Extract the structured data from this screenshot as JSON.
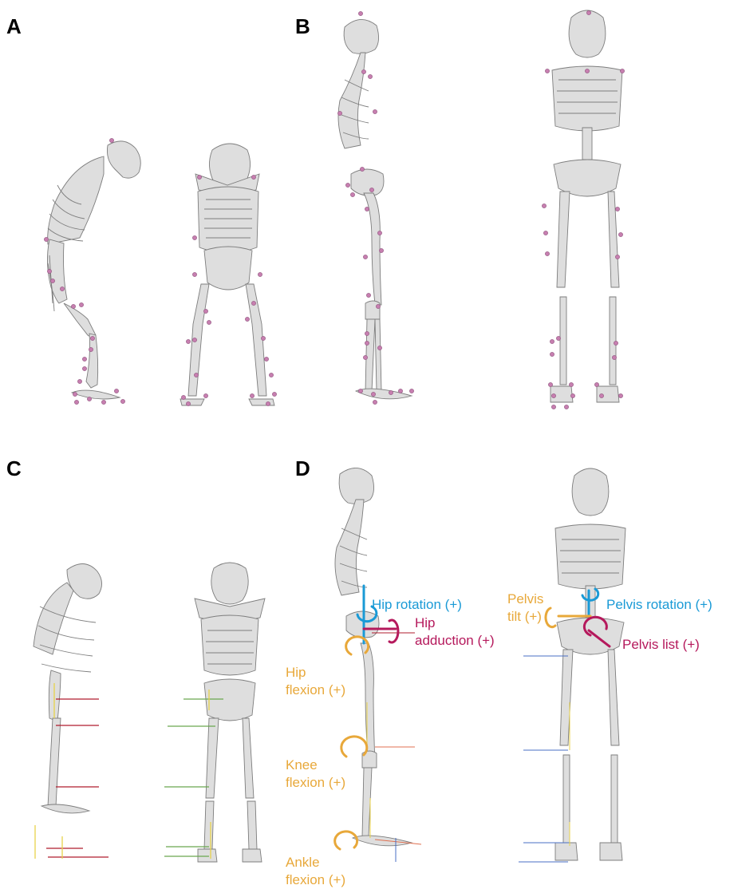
{
  "panels": {
    "a": "A",
    "b": "B",
    "c": "C",
    "d": "D"
  },
  "labels": {
    "hip_rotation": "Hip rotation (+)",
    "hip_adduction_1": "Hip",
    "hip_adduction_2": "adduction (+)",
    "hip_flexion_1": "Hip",
    "hip_flexion_2": "flexion (+)",
    "knee_flexion_1": "Knee",
    "knee_flexion_2": "flexion (+)",
    "ankle_flexion_1": "Ankle",
    "ankle_flexion_2": "flexion (+)",
    "pelvis_tilt_1": "Pelvis",
    "pelvis_tilt_2": "tilt (+)",
    "pelvis_rotation": "Pelvis rotation (+)",
    "pelvis_list": "Pelvis list (+)"
  },
  "colors": {
    "rotation": "#1a9ad6",
    "adduction": "#b5195c",
    "flexion": "#e8a83a",
    "marker": "#c77fb0",
    "bone": "#d9d9d9",
    "bone_stroke": "#8a8a8a"
  }
}
